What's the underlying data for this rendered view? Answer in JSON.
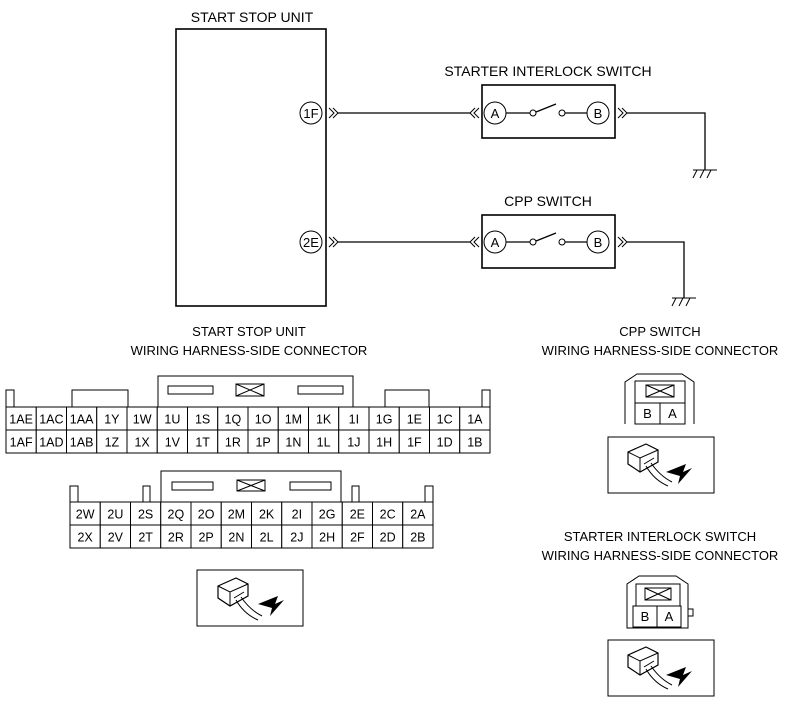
{
  "wiring": {
    "unit_title": "START STOP UNIT",
    "terminal_1f": "1F",
    "terminal_2e": "2E",
    "interlock_title": "STARTER INTERLOCK SWITCH",
    "cpp_title": "CPP SWITCH",
    "term_a": "A",
    "term_b": "B"
  },
  "connectors": {
    "ssu_title_1": "START STOP UNIT",
    "ssu_title_2": "WIRING HARNESS-SIDE CONNECTOR",
    "cpp_title_1": "CPP SWITCH",
    "cpp_title_2": "WIRING HARNESS-SIDE CONNECTOR",
    "sis_title_1": "STARTER INTERLOCK SWITCH",
    "sis_title_2": "WIRING HARNESS-SIDE CONNECTOR",
    "ssu_conn1_row1": [
      "1AE",
      "1AC",
      "1AA",
      "1Y",
      "1W",
      "1U",
      "1S",
      "1Q",
      "1O",
      "1M",
      "1K",
      "1I",
      "1G",
      "1E",
      "1C",
      "1A"
    ],
    "ssu_conn1_row2": [
      "1AF",
      "1AD",
      "1AB",
      "1Z",
      "1X",
      "1V",
      "1T",
      "1R",
      "1P",
      "1N",
      "1L",
      "1J",
      "1H",
      "1F",
      "1D",
      "1B"
    ],
    "ssu_conn2_row1": [
      "2W",
      "2U",
      "2S",
      "2Q",
      "2O",
      "2M",
      "2K",
      "2I",
      "2G",
      "2E",
      "2C",
      "2A"
    ],
    "ssu_conn2_row2": [
      "2X",
      "2V",
      "2T",
      "2R",
      "2P",
      "2N",
      "2L",
      "2J",
      "2H",
      "2F",
      "2D",
      "2B"
    ],
    "cpp_pins": [
      "B",
      "A"
    ],
    "sis_pins": [
      "B",
      "A"
    ]
  }
}
